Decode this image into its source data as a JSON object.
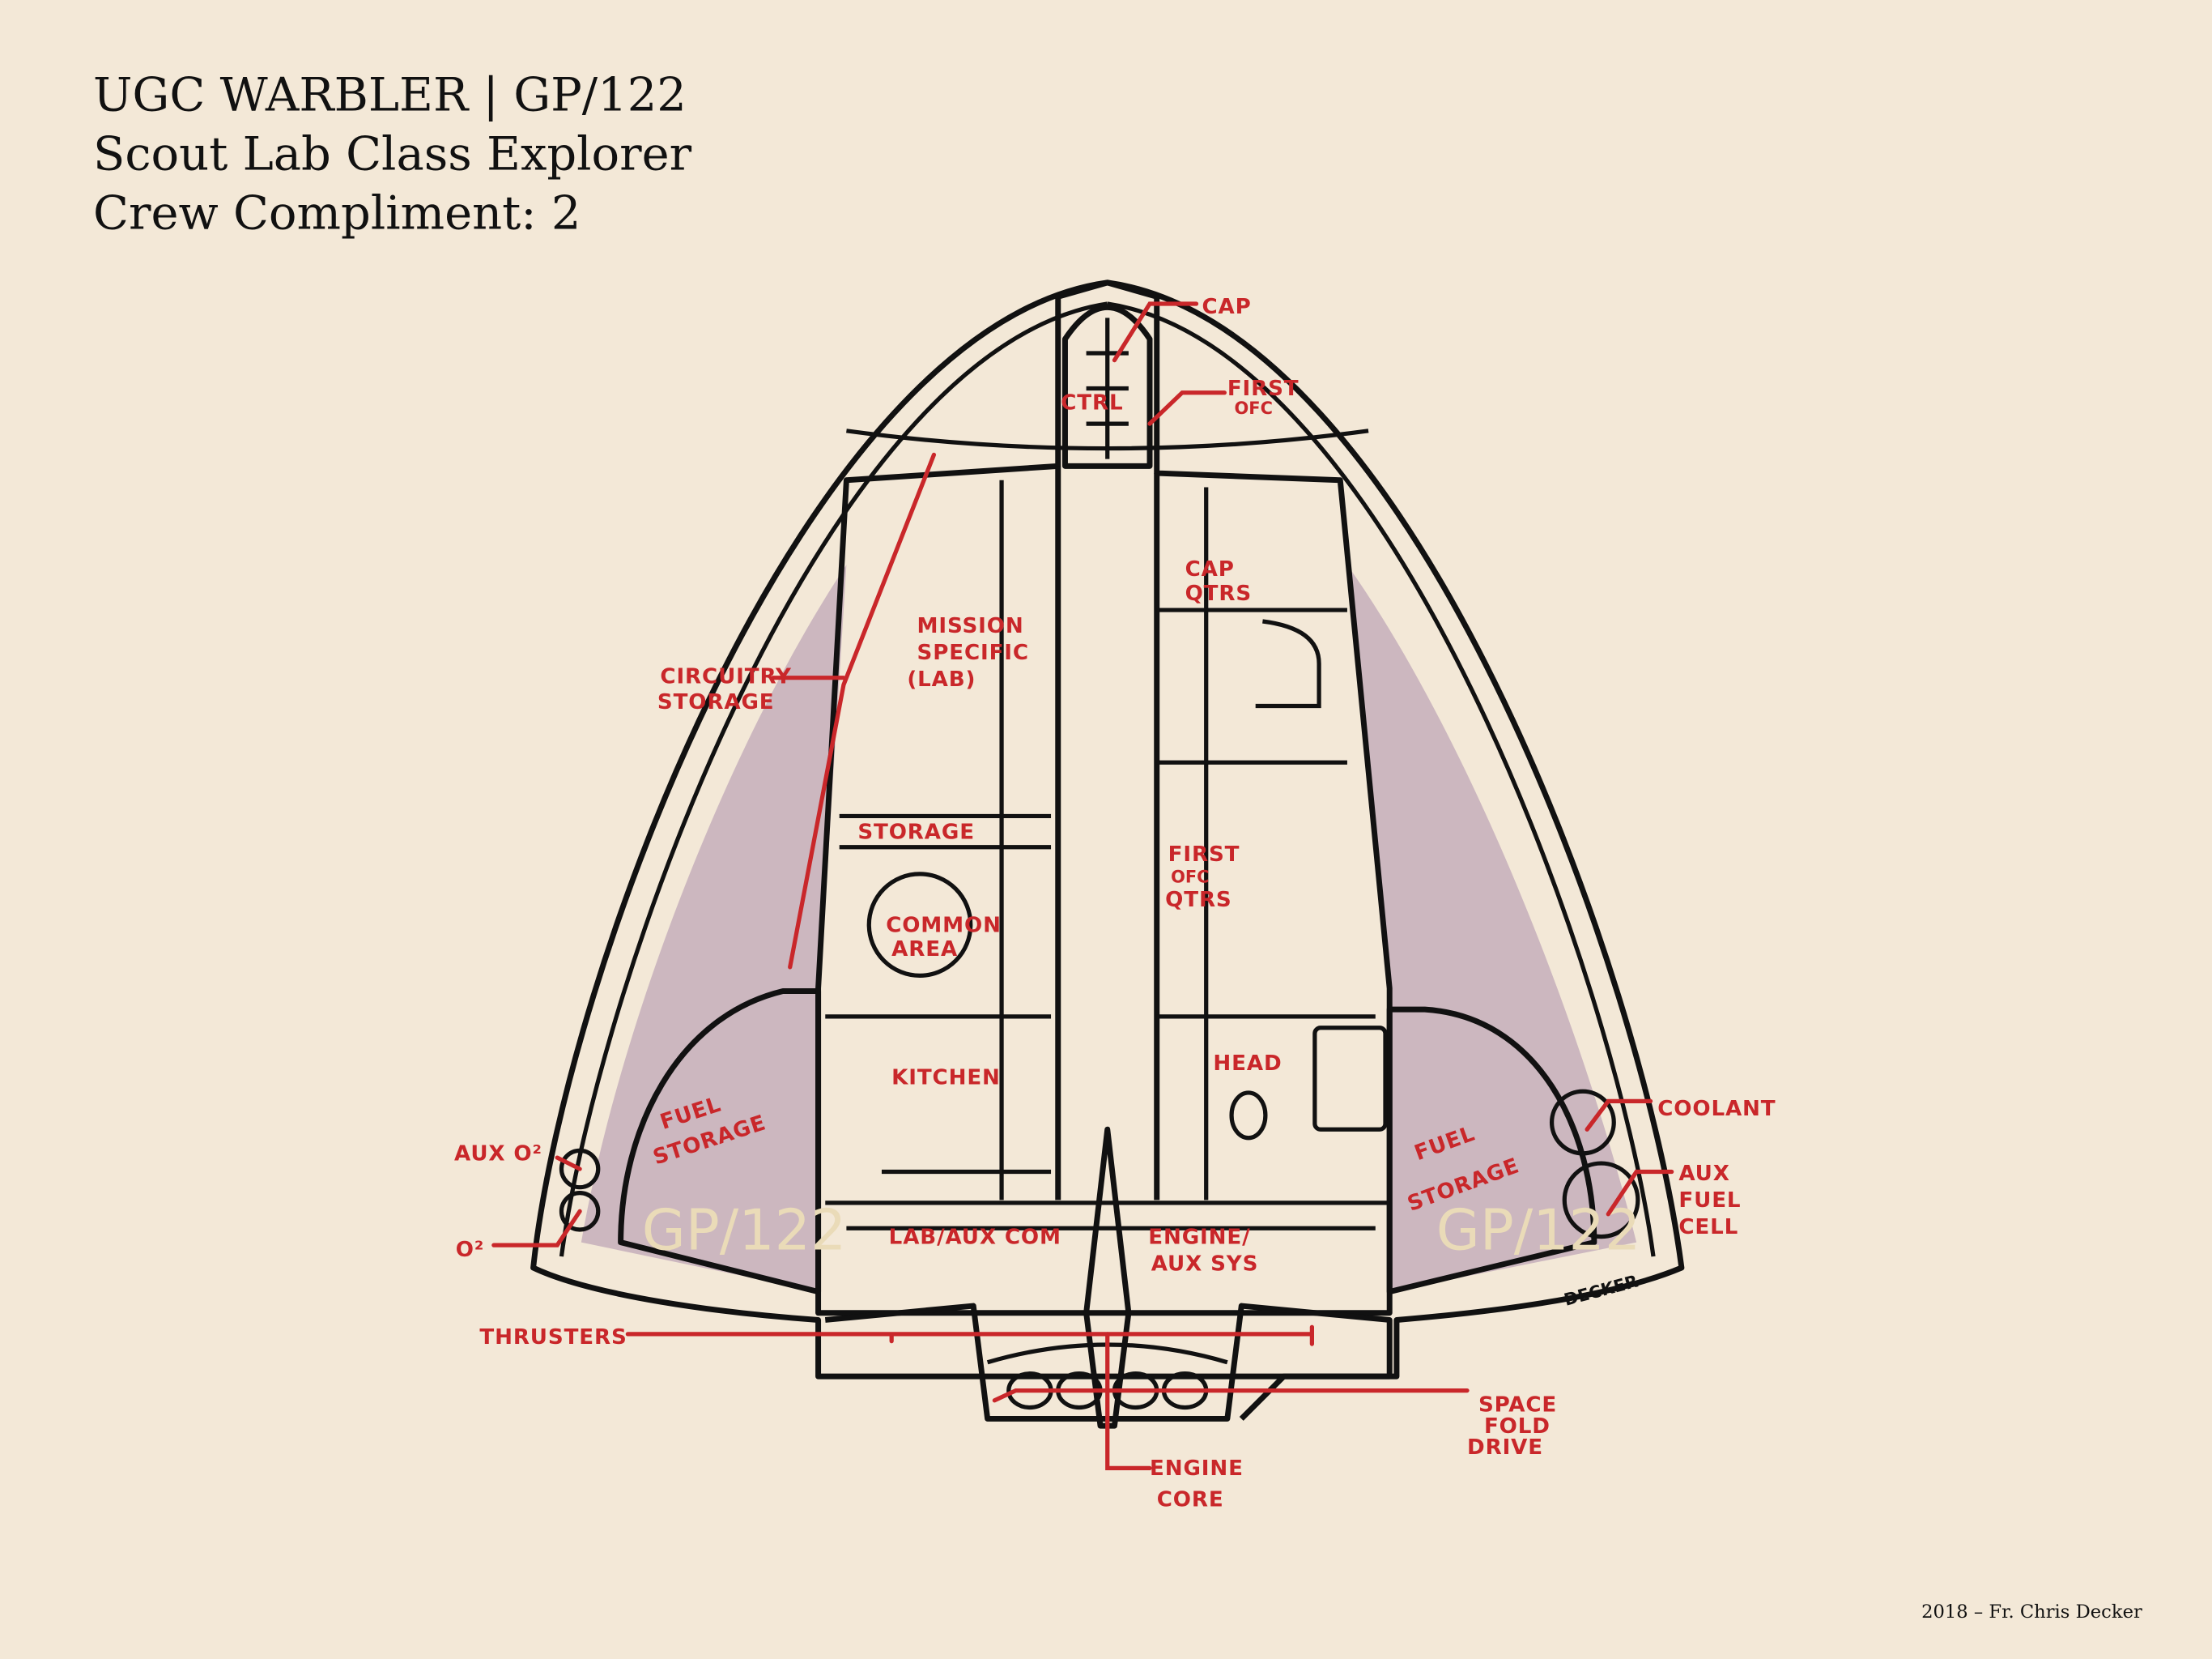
{
  "header": {
    "line1": "UGC WARBLER | GP/122",
    "line2": "Scout Lab Class Explorer",
    "line3": "Crew Compliment: 2"
  },
  "credit": "2018 – Fr. Chris Decker",
  "signature": "DECKER",
  "hull_registry": "GP/122",
  "labels": {
    "cap": "CAP",
    "ctrl": "CTRL",
    "first_ofc": [
      "FIRST",
      "OFC"
    ],
    "circuitry_storage": [
      "CIRCUITRY",
      "STORAGE"
    ],
    "mission_specific": [
      "MISSION",
      "SPECIFIC",
      "(LAB)"
    ],
    "cap_qtrs": [
      "CAP",
      "QTRS"
    ],
    "storage": "STORAGE",
    "common_area": [
      "COMMON",
      "AREA"
    ],
    "first_ofc_qtrs": [
      "FIRST",
      "OFC",
      "QTRS"
    ],
    "kitchen": "KITCHEN",
    "head": "HEAD",
    "fuel_storage_left": [
      "FUEL",
      "STORAGE"
    ],
    "fuel_storage_right": [
      "FUEL",
      "STORAGE"
    ],
    "aux_o2": "AUX O²",
    "o2": "O²",
    "coolant": "COOLANT",
    "aux_fuel_cell": [
      "AUX",
      "FUEL",
      "CELL"
    ],
    "lab_aux_com": "LAB/AUX COM",
    "engine_aux_sys": [
      "ENGINE/",
      "AUX SYS"
    ],
    "thrusters": "THRUSTERS",
    "space_fold_drive": [
      "SPACE",
      "FOLD",
      "DRIVE"
    ],
    "engine_core": [
      "ENGINE",
      "CORE"
    ]
  },
  "colors": {
    "paper": "#f3e8d7",
    "hull": "#e4e2de",
    "purple": "#c8b1bd",
    "label_red": "#c9272a",
    "ink": "#111111"
  }
}
